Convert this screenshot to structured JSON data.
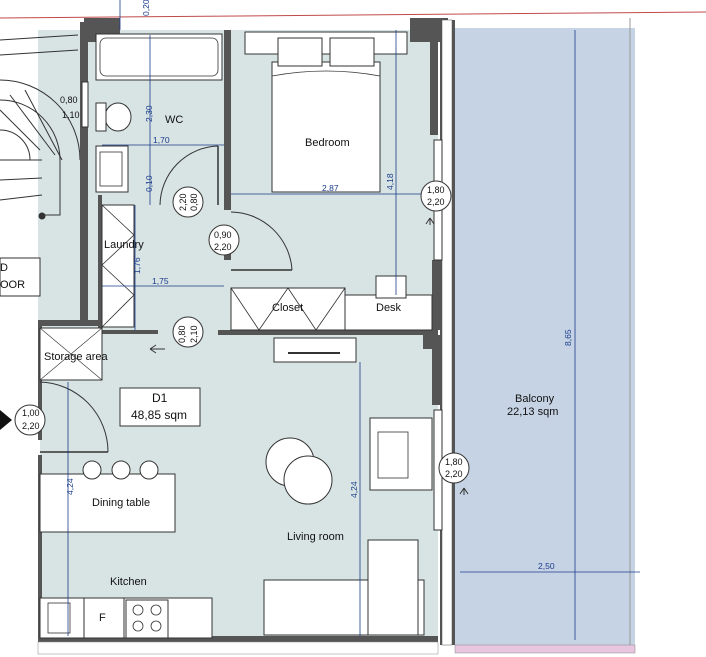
{
  "rooms": {
    "wc": "WC",
    "bedroom": "Bedroom",
    "laundry": "Laundry",
    "closet": "Closet",
    "desk": "Desk",
    "storage": "Storage area",
    "living": "Living room",
    "dining": "Dining table",
    "kitchen": "Kitchen",
    "balcony": "Balcony",
    "balcony_area": "22,13 sqm",
    "fridge": "F"
  },
  "unit": {
    "name": "D1",
    "area": "48,85 sqm"
  },
  "side_label": {
    "line1": "D",
    "line2": "OOR"
  },
  "dimensions": {
    "top": "0,20",
    "wc_height": "2,30",
    "wc_width": "1,70",
    "wc_gap": "0,10",
    "laundry_height": "1,76",
    "laundry_width": "1,75",
    "bedroom_width": "2,87",
    "bedroom_height": "4,18",
    "living_left": "4,24",
    "living_right": "4,24",
    "balcony_height": "8,65",
    "balcony_width": "2,50"
  },
  "door_tags": {
    "wc_window": [
      "0,80",
      "1,10"
    ],
    "wc_door": [
      "0,80",
      "2,20"
    ],
    "bed_door": [
      "0,90",
      "2,20"
    ],
    "laundry_door": [
      "0,80",
      "2,10"
    ],
    "entry_door": [
      "1,00",
      "2,20"
    ],
    "bed_balcony": [
      "1,80",
      "2,20"
    ],
    "living_balcony": [
      "1,80",
      "2,20"
    ]
  },
  "colors": {
    "interior": "#d8e3e3",
    "balcony": "#c6d3e4",
    "wall": "#555555",
    "dimension": "#1a3c8c"
  }
}
